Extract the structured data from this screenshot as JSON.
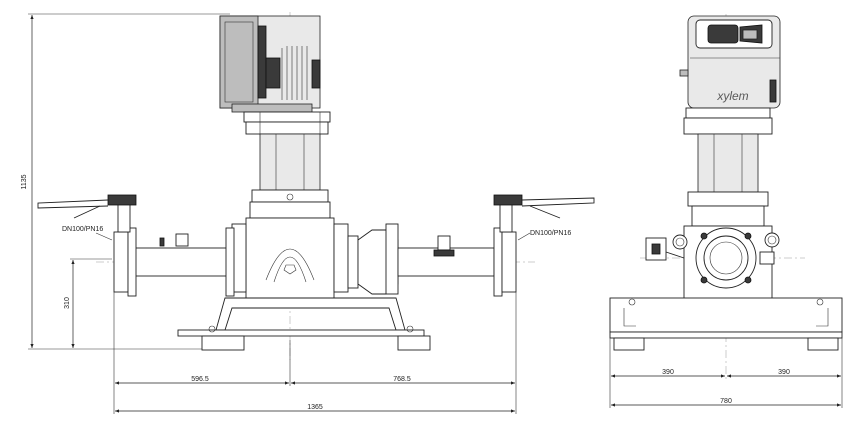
{
  "front_view": {
    "height_label": "1135",
    "base_height_label": "310",
    "flange_left_label": "DN100/PN16",
    "flange_right_label": "DN100/PN16",
    "left_offset_label": "596.5",
    "right_offset_label": "768.5",
    "overall_width_label": "1365"
  },
  "side_view": {
    "brand_text": "xylem",
    "left_half_label": "390",
    "right_half_label": "390",
    "overall_width_label": "780"
  }
}
